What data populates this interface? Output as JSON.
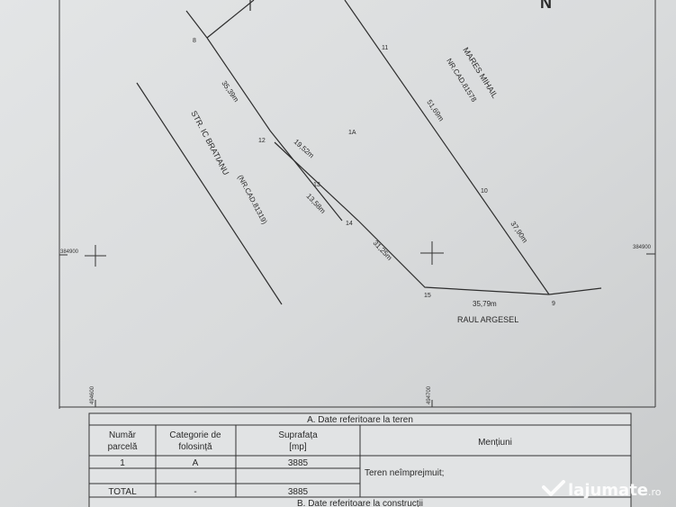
{
  "plan": {
    "north_letter": "N",
    "points": [
      "8",
      "11",
      "12",
      "1A",
      "13",
      "14",
      "10",
      "15",
      "9"
    ],
    "lengths": [
      "35,39m",
      "19,52m",
      "13,58m",
      "31,25m",
      "51,69m",
      "37,90m",
      "35,79m"
    ],
    "neighbor_name": "MARES MIHAIL",
    "neighbor_cad": "NR.CAD.81578",
    "street_name": "STR. IC BRATIANU",
    "street_cad": "(NR.CAD.81319)",
    "river": "RAUL ARGESEL",
    "coord_left_y": "384900",
    "coord_right_y": "384900",
    "coord_x_left": "494600",
    "coord_x_mid": "494700"
  },
  "table": {
    "section_a": "A. Date referitoare la teren",
    "col_parcel": "Număr parcelă",
    "col_parcel_l1": "Număr",
    "col_parcel_l2": "parcelă",
    "col_cat_l1": "Categorie de",
    "col_cat_l2": "folosință",
    "col_area_l1": "Suprafața",
    "col_area_l2": "[mp]",
    "col_notes": "Mențiuni",
    "row1": {
      "parcel": "1",
      "category": "A",
      "area": "3885"
    },
    "notes_text": "Teren neîmprejmuit;",
    "total": {
      "label": "TOTAL",
      "category": "-",
      "area": "3885"
    },
    "section_b": "B. Date referitoare la construcții"
  },
  "watermark": {
    "text": "lajumate",
    "suffix": ".ro"
  }
}
